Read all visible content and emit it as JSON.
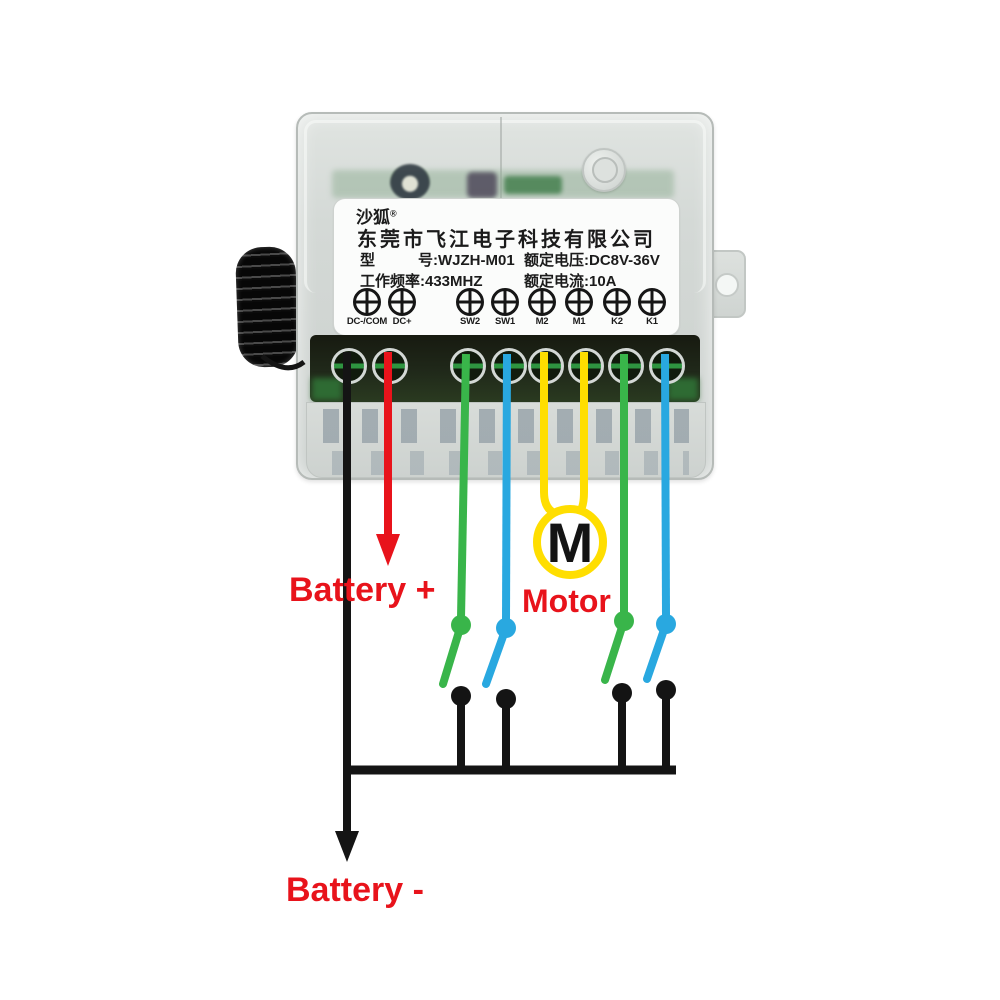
{
  "module": {
    "brand": "沙狐",
    "brand_mark": "®",
    "company": "东莞市飞江电子科技有限公司",
    "model_prefix": "型",
    "model": "号:WJZH-M01",
    "rated_voltage": "额定电压:DC8V-36V",
    "working_frequency": "工作频率:433MHZ",
    "rated_current": "额定电流:10A",
    "terminals": [
      "DC-/COM",
      "DC+",
      "SW2",
      "SW1",
      "M2",
      "M1",
      "K2",
      "K1"
    ]
  },
  "wiring": {
    "battery_plus_label": "Battery +",
    "battery_minus_label": "Battery -",
    "motor_label": "Motor",
    "motor_symbol": "M"
  },
  "colors": {
    "wire_black": "#141414",
    "wire_red": "#e8131b",
    "wire_green": "#39b54a",
    "wire_blue": "#29a8e0",
    "wire_yellow": "#ffde00",
    "label_text_red": "#e8131b",
    "case_gray": "#d3d8d5",
    "label_plate": "#fbfcfb",
    "terminal_block": "#20291a"
  }
}
